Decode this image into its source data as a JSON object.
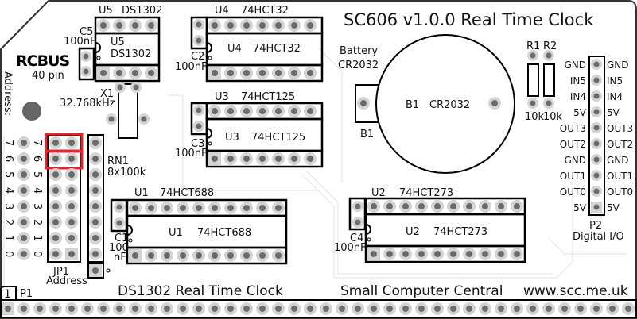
{
  "board": {
    "title": "SC606 v1.0.0 Real Time Clock",
    "footer_left": "DS1302 Real Time Clock",
    "footer_mid": "Small Computer Central",
    "footer_right": "www.scc.me.uk",
    "logo": "RCBUS",
    "logo_sub": "40 pin",
    "highlight_color": "#e8232b"
  },
  "components": {
    "u5": {
      "ref": "U5",
      "part": "DS1302"
    },
    "u4": {
      "ref": "U4",
      "part": "74HCT32"
    },
    "u3": {
      "ref": "U3",
      "part": "74HCT125"
    },
    "u1": {
      "ref": "U1",
      "part": "74HCT688"
    },
    "u2": {
      "ref": "U2",
      "part": "74HCT273"
    },
    "c5": {
      "ref": "C5",
      "value": "100nF"
    },
    "c2": {
      "ref": "C2",
      "value": "100nF"
    },
    "c3": {
      "ref": "C3",
      "value": "100nF"
    },
    "c4": {
      "ref": "C4",
      "value": "100nF"
    },
    "c1": {
      "ref": "C1",
      "value_a": "100",
      "value_b": "nF"
    },
    "x1": {
      "ref": "X1",
      "value": "32.768kHz"
    },
    "rn1": {
      "ref": "RN1",
      "value": "8x100k"
    },
    "r1": {
      "ref": "R1",
      "value": "10k"
    },
    "r2": {
      "ref": "R2",
      "value": "10k"
    },
    "battery": {
      "label_a": "Battery",
      "label_b": "CR2032",
      "ref": "B1",
      "body_ref": "B1",
      "body_part": "CR2032"
    },
    "jp1": {
      "ref": "JP1",
      "desc": "Address"
    },
    "p1": {
      "ref": "P1",
      "pin1": "1"
    },
    "p2": {
      "ref": "P2",
      "desc": "Digital I/O",
      "pins": [
        "GND",
        "IN5",
        "IN4",
        "5V",
        "OUT3",
        "OUT2",
        "GND",
        "OUT1",
        "OUT0",
        "5V"
      ]
    }
  },
  "address": {
    "label": "Address:",
    "bits": [
      "7",
      "6",
      "5",
      "4",
      "3",
      "2",
      "1",
      "0"
    ],
    "jumpers_fitted": [
      "7",
      "6"
    ]
  }
}
